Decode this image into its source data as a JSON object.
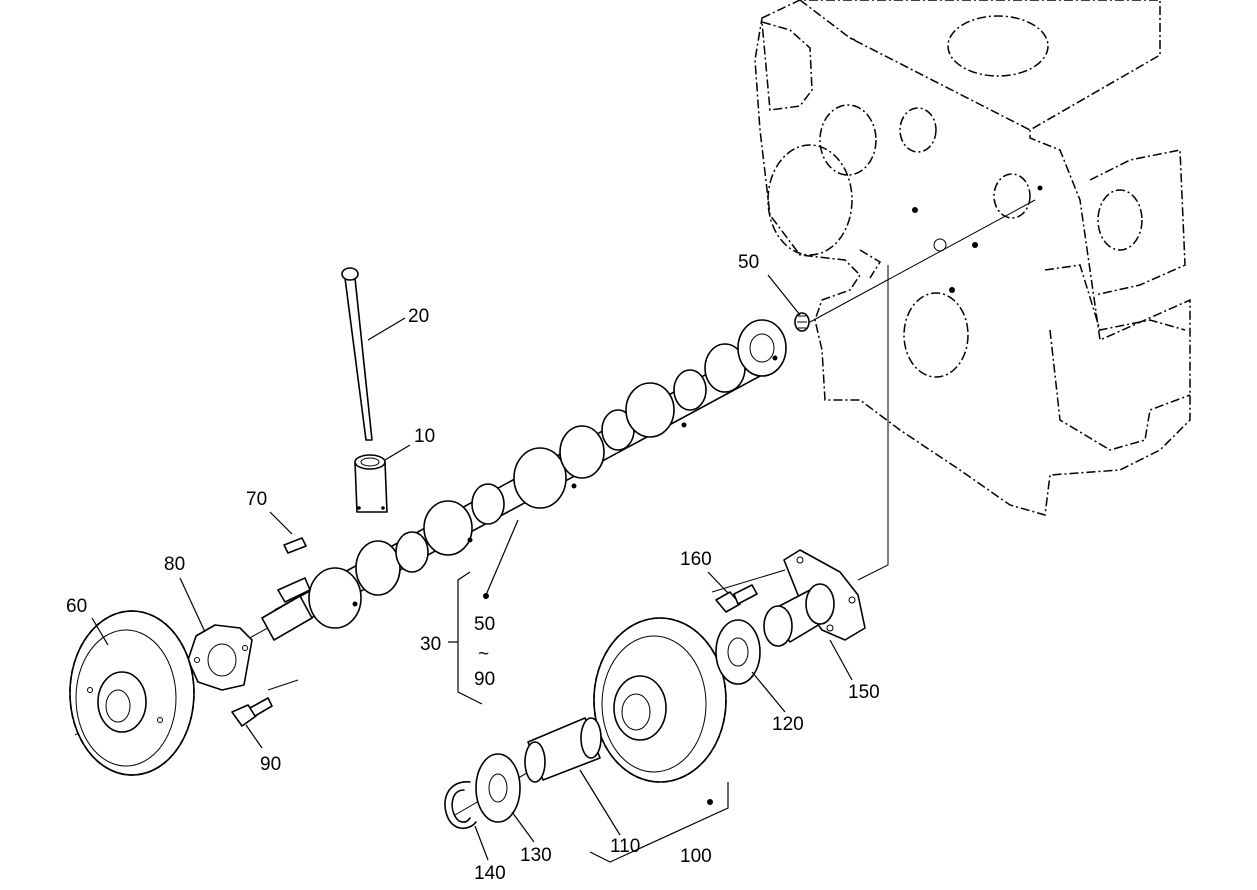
{
  "callouts": {
    "c10": "10",
    "c20": "20",
    "c30": "30",
    "c50_top": "50",
    "c50_range": "50",
    "c_tilde": "~",
    "c90_range": "90",
    "c60": "60",
    "c70": "70",
    "c80": "80",
    "c90": "90",
    "c100": "100",
    "c110": "110",
    "c120": "120",
    "c130": "130",
    "c140": "140",
    "c150": "150",
    "c160": "160"
  }
}
